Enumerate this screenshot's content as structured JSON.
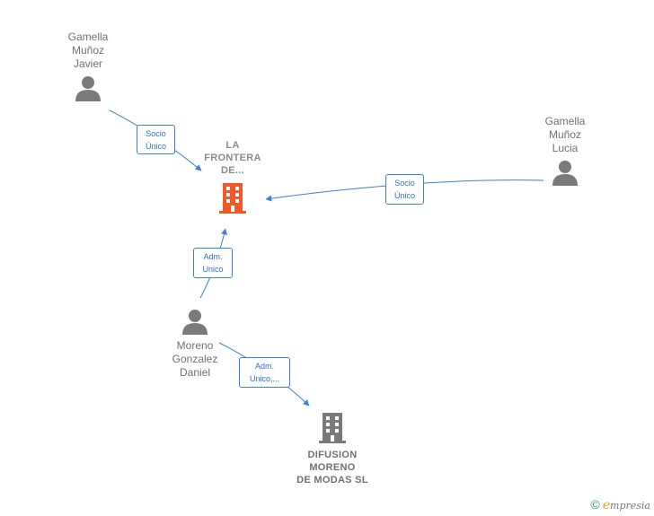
{
  "nodes": {
    "gamella_javier": {
      "label": "Gamella\nMuñoz\nJavier",
      "icon": "person-icon"
    },
    "gamella_lucia": {
      "label": "Gamella\nMuñoz\nLucia",
      "icon": "person-icon"
    },
    "la_frontera": {
      "label": "LA\nFRONTERA\nDE...",
      "icon": "building-icon",
      "color": "#f05a2a"
    },
    "moreno_daniel": {
      "label": "Moreno\nGonzalez\nDaniel",
      "icon": "person-icon"
    },
    "difusion": {
      "label": "DIFUSION\nMORENO\nDE MODAS SL",
      "icon": "building-icon",
      "color": "#7a7a7a"
    }
  },
  "edges": {
    "javier_frontera": "Socio\nÚnico",
    "lucia_frontera": "Socio\nÚnico",
    "daniel_frontera": "Adm.\nUnico",
    "daniel_difusion": "Adm.\nUnico,..."
  },
  "colors": {
    "edge": "#3b7fd6",
    "person": "#7a7a7a"
  },
  "footer": {
    "copyright": "©",
    "brand_initial": "e",
    "brand_rest": "mpresia"
  }
}
